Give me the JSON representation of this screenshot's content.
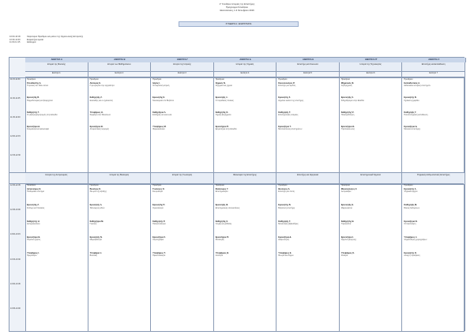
{
  "header": {
    "line1": "1° Συνέδριο Ιστορίας της Επιστήμης",
    "line2": "Πρόγραμμα Συνεδρίου",
    "line3": "Θεσσαλονίκη, 1-3 Οκτωβρίου 2016"
  },
  "plenary": "ΣΥΝΕΔΡΙΑ 1: ΕΝΑΡΚΤΗΡΙΑ",
  "announcements": [
    {
      "time": "10:00-10:30",
      "text": "Χαιρετισμοί Προέδρου και μελών της Οργανωτικής Επιτροπής"
    },
    {
      "time": "10:30-11:00",
      "text": "Εναρκτήρια ομιλία"
    },
    {
      "time": "11:00-11:15",
      "text": "Διάλειμμα"
    }
  ],
  "days": [
    "ΑΙΘΟΥΣΑ Α",
    "ΑΙΘΟΥΣΑ Β",
    "ΑΙΘΟΥΣΑ Γ",
    "ΑΙΘΟΥΣΑ Δ",
    "ΑΙΘΟΥΣΑ Ε",
    "ΑΙΘΟΥΣΑ ΣΤ",
    "ΑΙΘΟΥΣΑ Ζ"
  ],
  "themes": [
    "Ιστορία της Φυσικής",
    "Ιστορία των Μαθηματικών",
    "Ιστορία της Ιατρικής",
    "Ιστορία της Χημείας",
    "Επιστήμη και Κοινωνία",
    "Ιστορία της Τεχνολογίας",
    "Επιστήμη και Εκπαίδευση"
  ],
  "subthemes": [
    "Ενότητα 1",
    "Ενότητα 2",
    "Ενότητα 3",
    "Ενότητα 4",
    "Ενότητα 5",
    "Ενότητα 6",
    "Ενότητα 7"
  ],
  "time_slots_top": [
    "11:15-11:30",
    "11:30-11:45",
    "11:45-12:00",
    "12:00-12:15",
    "12:15-12:30"
  ],
  "time_slots_bottom": [
    "12:30-12:45",
    "12:45-13:00",
    "13:00-13:15",
    "13:15-13:30",
    "13:30-13:45",
    "13:45-14:00"
  ],
  "top_chair": "Προεδρείο",
  "columns_top": [
    [
      {
        "who": "Σπουδαστής Α.",
        "what": "Η φυσική του 19ου αιώνα"
      },
      {
        "who": "Ερευνητής Β.",
        "what": "Θερμοδυναμική και βιομηχανία"
      },
      {
        "who": "Καθηγητής Γ.",
        "what": "Ο ηλεκτρομαγνητισμός στην Ελλάδα"
      },
      {
        "who": "Ερευνήτρια Δ.",
        "what": "Κοσμολογία και φιλοσοφία"
      }
    ],
    [
      {
        "who": "Λέκτορας Ε.",
        "what": "Η γεωμετρία στην αρχαιότητα"
      },
      {
        "who": "Καθηγητής Ζ.",
        "what": "Ευκλείδης και οι σχολιαστές"
      },
      {
        "who": "Υποψήφιος Η.",
        "what": "Άλγεβρα στον Μεσαίωνα"
      },
      {
        "who": "Ερευνήτρια Θ.",
        "what": "Απειροστικός λογισμός"
      }
    ],
    [
      {
        "who": "Ιατρός Ι.",
        "what": "Ιπποκρατική ιατρική"
      },
      {
        "who": "Ερευνητής Κ.",
        "what": "Νοσοκομεία στο Βυζάντιο"
      },
      {
        "who": "Καθηγήτρια Λ.",
        "what": "Επιδημίες και κοινωνία"
      },
      {
        "who": "Υποψήφιος Μ.",
        "what": "Φαρμακολογία"
      }
    ],
    [
      {
        "who": "Χημικός Ν.",
        "what": "Αλχημεία και χημεία"
      },
      {
        "who": "Ερευνητής Ξ.",
        "what": "Ο περιοδικός πίνακας"
      },
      {
        "who": "Καθηγητής Ο.",
        "what": "Χημική βιομηχανία"
      },
      {
        "who": "Ερευνήτρια Π.",
        "what": "Εργαστήρια στην Ελλάδα"
      }
    ],
    [
      {
        "who": "Κοινωνιολόγος Ρ.",
        "what": "Επιστήμη και κράτος"
      },
      {
        "who": "Ερευνητής Σ.",
        "what": "Δημόσια εικόνα της επιστήμης"
      },
      {
        "who": "Καθηγητής Τ.",
        "what": "Επιστημονικές εταιρείες"
      },
      {
        "who": "Ερευνήτρια Υ.",
        "what": "Μετανάστευση επιστημόνων"
      }
    ],
    [
      {
        "who": "Μηχανικός Φ.",
        "what": "Ατμομηχανές"
      },
      {
        "who": "Ερευνητής Χ.",
        "what": "Σιδηρόδρομοι στην Ελλάδα"
      },
      {
        "who": "Καθηγητής Ψ.",
        "what": "Ηλεκτροδότηση"
      },
      {
        "who": "Ερευνήτρια Ω.",
        "what": "Τηλεπικοινωνίες"
      }
    ],
    [
      {
        "who": "Εκπαιδευτικός Α.",
        "what": "Διδασκαλία ιστορίας επιστημών"
      },
      {
        "who": "Ερευνητής Β.",
        "what": "Σχολικά εγχειρίδια"
      },
      {
        "who": "Καθηγητής Γ.",
        "what": "Πανεπιστημιακή εκπαίδευση"
      },
      {
        "who": "Ερευνήτρια Δ.",
        "what": "Μουσεία επιστήμης"
      }
    ]
  ],
  "mid_themes": [
    "Ιστορία της Αστρονομίας",
    "Ιστορία της Βιολογίας",
    "Ιστορία της Γεωλογίας",
    "Φιλοσοφία της Επιστήμης",
    "Επιστήμη και Θρησκεία",
    "Επιστημονικά Όργανα",
    "Ψηφιακές Ανθρωπιστικές Επιστήμες"
  ],
  "columns_bottom": [
    [
      {
        "who": "Αστρονόμος Ε.",
        "what": "Πτολεμαϊκό σύστημα"
      },
      {
        "who": "Ερευνητής Ζ.",
        "what": "Κέπλερ και Γαλιλαίος"
      },
      {
        "who": "Καθηγητής Η.",
        "what": "Αστεροσκοπεία"
      },
      {
        "who": "Ερευνήτρια Θ.",
        "what": "Ουράνιοι χάρτες"
      },
      {
        "who": "Υποψήφιος Ι.",
        "what": "Ημερολόγια"
      }
    ],
    [
      {
        "who": "Βιολόγος Κ.",
        "what": "Θεωρία της εξέλιξης"
      },
      {
        "who": "Ερευνητής Λ.",
        "what": "Ταξινόμηση ειδών"
      },
      {
        "who": "Καθηγήτρια Μ.",
        "what": "Γενετική"
      },
      {
        "who": "Ερευνητής Ν.",
        "what": "Μικροβιολογία"
      },
      {
        "who": "Υποψήφια Ξ.",
        "what": "Βοτανική"
      }
    ],
    [
      {
        "who": "Γεωλόγος Ο.",
        "what": "Σεισμολογία"
      },
      {
        "who": "Ερευνητής Π.",
        "what": "Ορυκτολογία"
      },
      {
        "who": "Καθηγητής Ρ.",
        "what": "Παλαιοντολογία"
      },
      {
        "who": "Ερευνήτρια Σ.",
        "what": "Χαρτογραφία"
      },
      {
        "who": "Υποψήφιος Τ.",
        "what": "Ηφαιστειολογία"
      }
    ],
    [
      {
        "who": "Φιλόσοφος Υ.",
        "what": "Επιστημολογία"
      },
      {
        "who": "Ερευνητής Φ.",
        "what": "Επιστημονικές επαναστάσεις"
      },
      {
        "who": "Καθηγητής Χ.",
        "what": "Λογική και μέθοδος"
      },
      {
        "who": "Ερευνήτρια Ψ.",
        "what": "Ρεαλισμός"
      },
      {
        "who": "Υποψήφιος Ω.",
        "what": "Αιτιότητα"
      }
    ],
    [
      {
        "who": "Θεολόγος Α.",
        "what": "Επιστήμη και πίστη"
      },
      {
        "who": "Ερευνητής Β.",
        "what": "Βυζαντινή επιστήμη"
      },
      {
        "who": "Καθηγητής Γ.",
        "what": "Μοναστικές βιβλιοθήκες"
      },
      {
        "who": "Ερευνήτρια Δ.",
        "what": "Διαφωτισμός"
      },
      {
        "who": "Υποψήφιος Ε.",
        "what": "Θεωρία και δόγμα"
      }
    ],
    [
      {
        "who": "Μουσειολόγος Ζ.",
        "what": "Αστρολάβοι"
      },
      {
        "who": "Ερευνητής Η.",
        "what": "Μικροσκόπια"
      },
      {
        "who": "Καθηγητής Θ.",
        "what": "Τηλεσκόπια"
      },
      {
        "who": "Ερευνήτρια Ι.",
        "what": "Όργανα μέτρησης"
      },
      {
        "who": "Υποψήφιος Κ.",
        "what": "Ρολόγια"
      }
    ],
    [
      {
        "who": "Ερευνητής Λ.",
        "what": "Ψηφιακά αρχεία"
      },
      {
        "who": "Καθηγητής Μ.",
        "what": "Βάσεις δεδομένων"
      },
      {
        "who": "Ερευνήτρια Ν.",
        "what": "Οπτικοποίηση"
      },
      {
        "who": "Υποψήφιος Ξ.",
        "what": "Ψηφιοποίηση χειρογράφων"
      },
      {
        "who": "Ερευνητής Ο.",
        "what": "Ανοιχτή πρόσβαση"
      }
    ]
  ],
  "chair_labels": [
    "Προεδρείο",
    "Προεδρείο",
    "Προεδρείο",
    "Προεδρείο",
    "Προεδρείο",
    "Προεδρείο",
    "Προεδρείο"
  ]
}
